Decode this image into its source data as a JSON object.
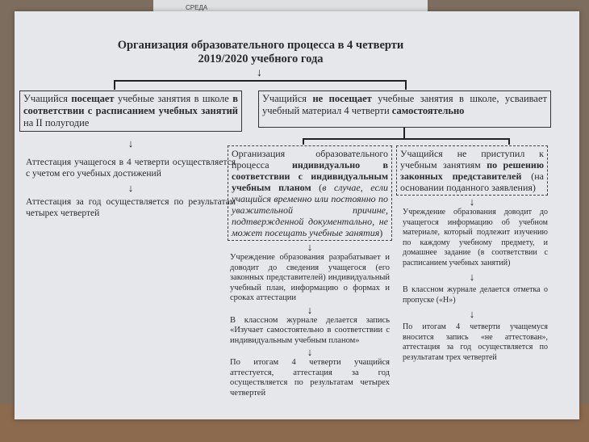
{
  "background_paper": {
    "label": "СРЕДА"
  },
  "title": {
    "line1": "Организация образовательного процесса в 4 четверти",
    "line2": "2019/2020 учебного года"
  },
  "left_branch": {
    "box": {
      "p1": "Учащийся ",
      "b1": "посещает",
      "p2": " учебные занятия в школе ",
      "b2": "в соответствии с расписанием учебных занятий",
      "p3": " на II полугодие"
    },
    "step1": "Аттестация учащегося в 4 четверти осуществляется с учетом его учебных достижений",
    "step2": "Аттестация за год осуществляется по результатам четырех четвертей"
  },
  "right_branch": {
    "box": {
      "p1": "Учащийся ",
      "b1": "не посещает",
      "p2": " учебные занятия в школе, усваивает учебный материал 4 четверти ",
      "b2": "самостоятельно"
    },
    "option_a": {
      "box": {
        "p1": "Организация образовательного процесса ",
        "b1": "индивидуально в соответствии с индивидуальным учебным планом",
        "p2": " (",
        "i1": "в случае, если учащийся временно или постоянно по уважительной причине, подтвержденной документально, не может посещать учебные занятия",
        "p3": ")"
      },
      "step1": "Учреждение образования разрабатывает и доводит до сведения учащегося (его законных представителей) индивидуальный учебный план, информацию о формах и сроках аттестации",
      "step2": "В классном журнале делается запись «Изучает самостоятельно в соответствии с индивидуальным учебным планом»",
      "step3": "По итогам 4 четверти учащийся аттестуется, аттестация за год осуществляется по результатам четырех четвертей"
    },
    "option_b": {
      "box": {
        "p1": "Учащийся не приступил к учебным занятиям ",
        "b1": "по решению законных представителей",
        "p2": " (на основании поданного заявления)"
      },
      "step1": "Учреждение образования доводит до учащегося информацию об учебном материале, который подлежит изучению по каждому учебному предмету, и домашнее задание (в соответствии с расписанием учебных занятий)",
      "step2": "В классном журнале делается отметка о пропуске («Н»)",
      "step3": "По итогам 4 четверти учащемуся вносится запись «не аттестован», аттестация за год осуществляется по результатам трех четвертей"
    }
  }
}
